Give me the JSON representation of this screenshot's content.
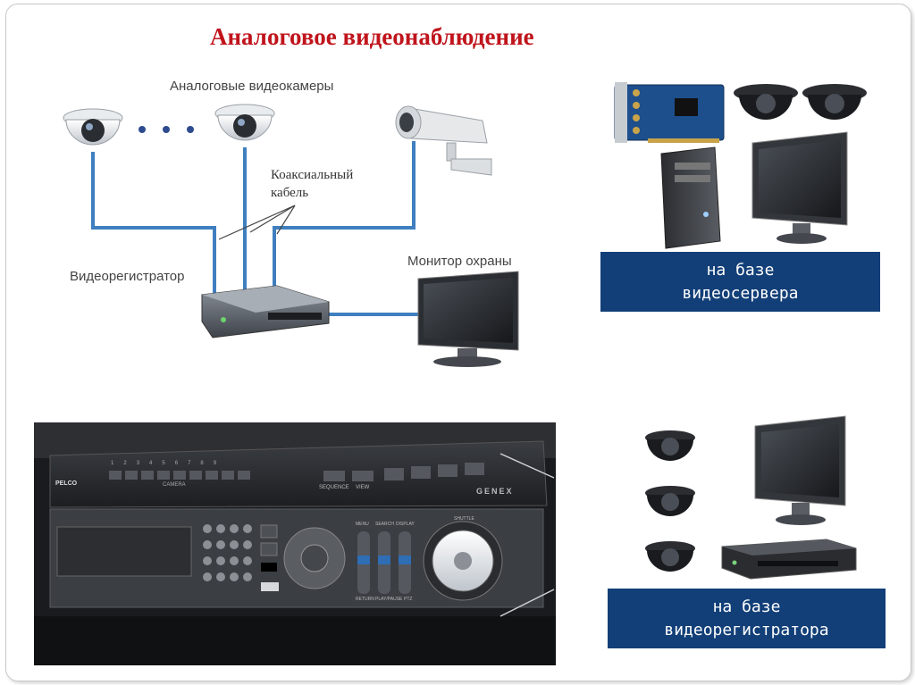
{
  "title": "Аналоговое видеонаблюдение",
  "labels": {
    "cameras": "Аналоговые видеокамеры",
    "cable_line1": "Коаксиальный",
    "cable_line2": "кабель",
    "recorder": "Видеорегистратор",
    "monitor": "Монитор охраны"
  },
  "boxes": {
    "server_line1": "на базе",
    "server_line2": "видеосервера",
    "dvr_line1": "на базе",
    "dvr_line2": "видеорегистратора"
  },
  "device_panel": {
    "brand": "PELCO",
    "maker": "GENEX",
    "camera_label": "CAMERA",
    "sequence": "SEQUENCE",
    "view": "VIEW",
    "menu": "MENU",
    "search": "SEARCH",
    "display": "DISPLAY",
    "return": "RETURN",
    "playpause": "PLAY/PAUSE",
    "ptz": "PTZ",
    "shuttle": "SHUTTLE",
    "channel_numbers": [
      "1",
      "2",
      "3",
      "4",
      "5",
      "6",
      "7",
      "8",
      "9"
    ]
  },
  "colors": {
    "title": "#c0141c",
    "cable": "#3f7fbf",
    "box_bg": "#123f78"
  }
}
